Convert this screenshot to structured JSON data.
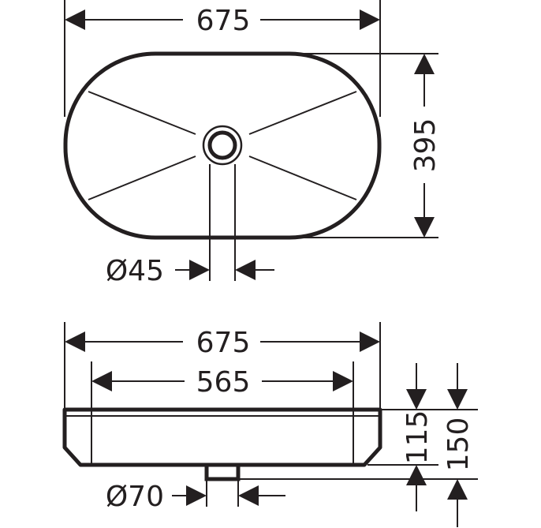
{
  "top_view": {
    "width_label": "675",
    "height_label": "395",
    "drain_label": "Ø45"
  },
  "side_view": {
    "width_label": "675",
    "inner_width_label": "565",
    "depth_label": "115",
    "total_height_label": "150",
    "outlet_label": "Ø70"
  },
  "colors": {
    "line": "#231f20",
    "background": "#ffffff"
  }
}
